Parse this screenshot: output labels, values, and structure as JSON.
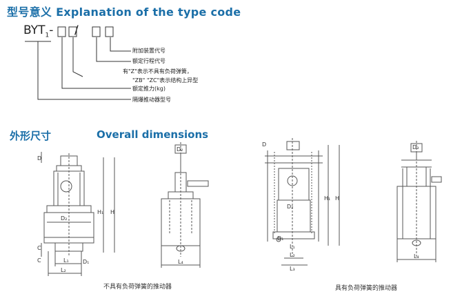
{
  "header": {
    "title_cn": "型号意义",
    "title_en": "Explanation of the type code"
  },
  "type_code": {
    "prefix": "BYT",
    "subscript": "1",
    "separator": "-",
    "slash": "/"
  },
  "annotations": [
    "附加装置代号",
    "额定行程代号",
    "有\"Z\"表示不具有负荷弹簧，",
    "\"ZB\" \"ZC\"表示结构上异型",
    "额定推力(kg)",
    "隔爆推动器型号"
  ],
  "dimensions_section": {
    "title_cn": "外形尺寸",
    "title_en": "Overall dimensions"
  },
  "captions": {
    "left": "不具有负荷弹簧的推动器",
    "right": "具有负荷弹簧的推动器"
  },
  "dim_labels": {
    "D": "D",
    "D1": "D₁",
    "D2": "D₂",
    "D3": "D₃",
    "H": "H",
    "H1": "H₁",
    "C": "C",
    "L1": "L₁",
    "L2": "L₂",
    "L3": "L₃",
    "L4": "L₄"
  },
  "colors": {
    "accent": "#1b6fa8",
    "line": "#333333",
    "drawing": "#555555"
  }
}
